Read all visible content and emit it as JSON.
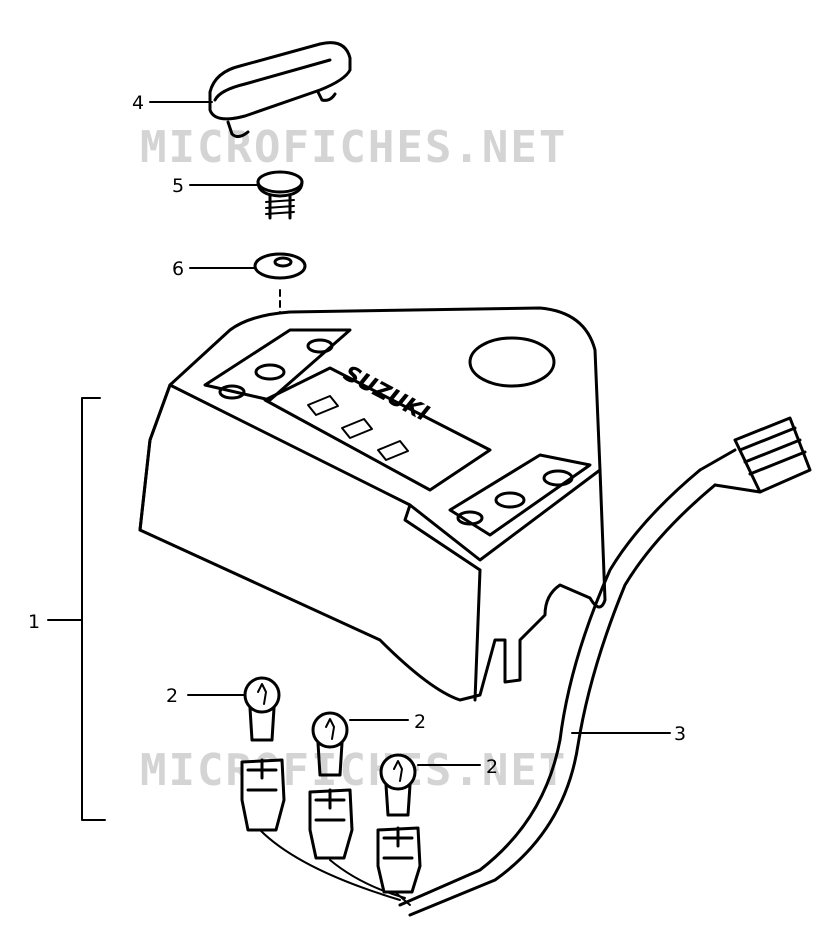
{
  "watermark": {
    "top": "MICROFICHES.NET",
    "bottom": "MICROFICHES.NET"
  },
  "housing_brand": "SUZUKI",
  "callouts": {
    "c1": "1",
    "c2a": "2",
    "c2b": "2",
    "c2c": "2",
    "c3": "3",
    "c4": "4",
    "c5": "5",
    "c6": "6"
  },
  "colors": {
    "line": "#000000",
    "watermark": "#d4d4d4",
    "background": "#ffffff"
  }
}
